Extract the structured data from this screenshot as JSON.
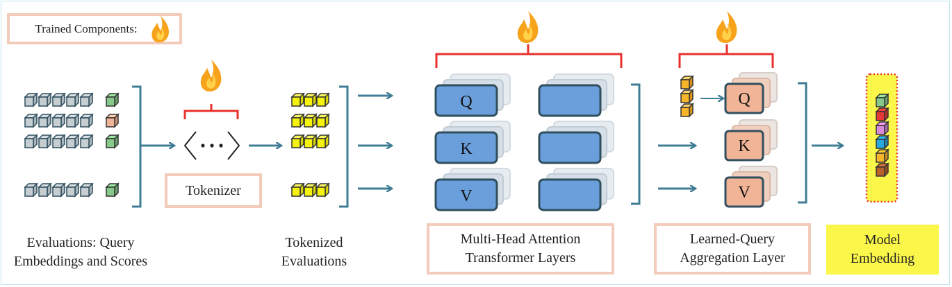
{
  "legend": {
    "text": "Trained Components:",
    "icon": "flame-icon"
  },
  "stages": {
    "evaluations": {
      "line1": "Evaluations: Query",
      "line2": "Embeddings and Scores"
    },
    "tokenizer": {
      "label": "Tokenizer"
    },
    "tokenized": {
      "line1": "Tokenized",
      "line2": "Evaluations"
    },
    "attention": {
      "line1": "Multi-Head Attention",
      "line2": "Transformer Layers",
      "q": "Q",
      "k": "K",
      "v": "V"
    },
    "aggregation": {
      "line1": "Learned-Query",
      "line2": "Aggregation Layer",
      "q": "Q",
      "k": "K",
      "v": "V"
    },
    "model": {
      "line1": "Model",
      "line2": "Embedding"
    }
  },
  "colors": {
    "accent_box_border": "#f3cbbb",
    "qkv_blue": "#6a9fdb",
    "qkv_salmon": "#f2b497",
    "arrow": "#3f7c95",
    "bracket_red": "#e8302d",
    "token_yellow": "#f5f20c",
    "cube_orange": "#f7b52a",
    "model_highlight": "#fbf74a",
    "model_cubes": [
      "#86c98a",
      "#e53935",
      "#d88ad8",
      "#29a8e0",
      "#f7b52a",
      "#b8612a"
    ],
    "score_cubes": [
      "#86c98a",
      "#f2b497",
      "#86c98a",
      "#86c98a"
    ]
  }
}
